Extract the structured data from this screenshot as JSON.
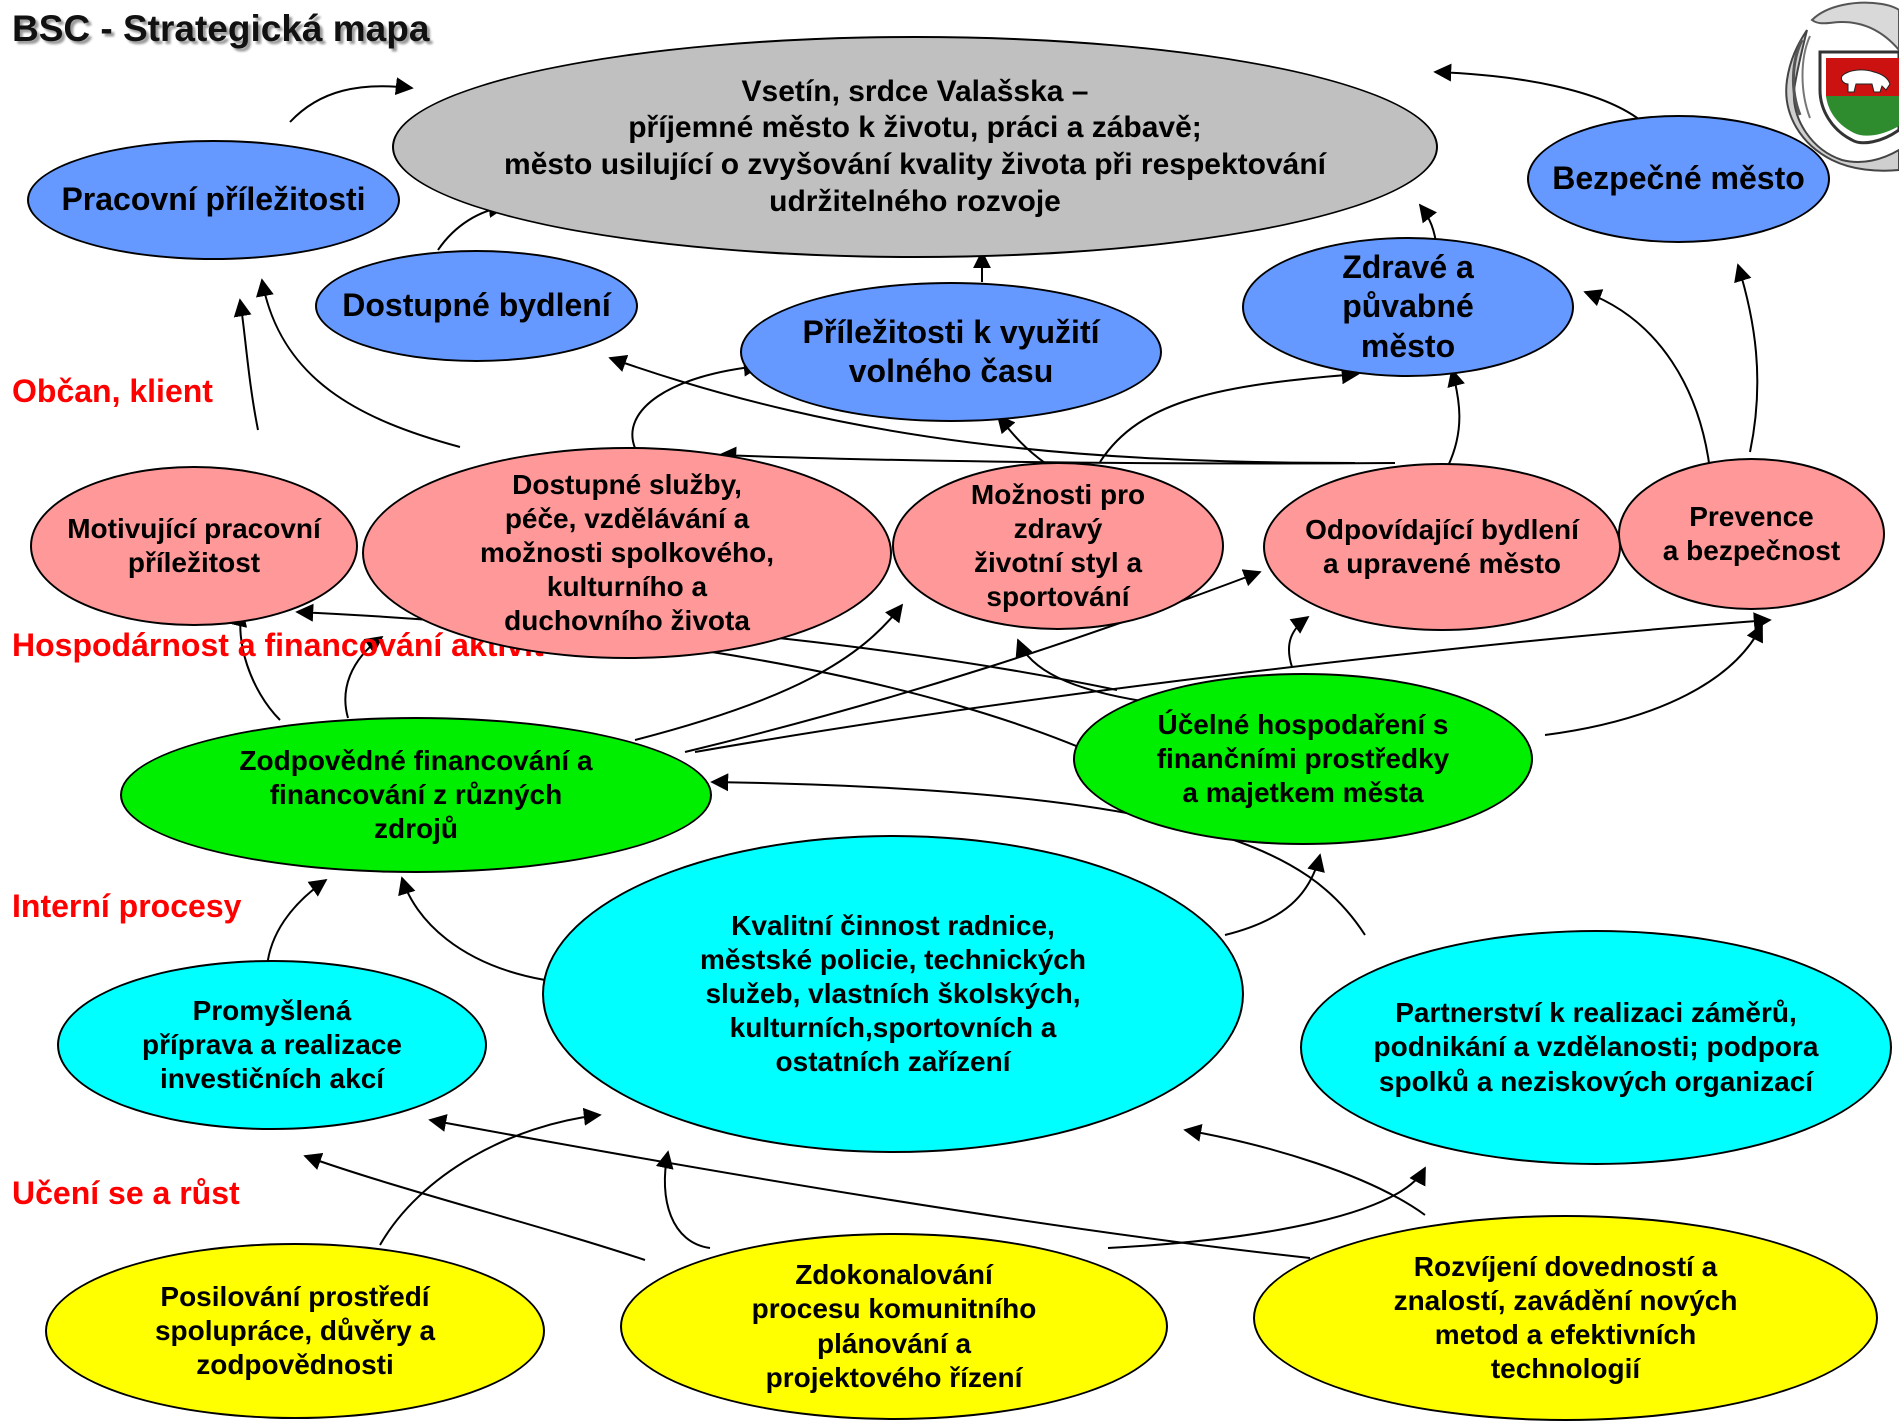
{
  "title": "BSC - Strategická mapa",
  "layers": {
    "citizen": "Občan, klient",
    "finance": "Hospodárnost\na financování\naktivit",
    "internal": "Interní procesy",
    "learning": "Učení se a růst"
  },
  "nodes": {
    "vision": "Vsetín, srdce Valašska –\npříjemné město k životu, práci a zábavě;\nměsto usilující o zvyšování kvality života při respektování\nudržitelného rozvoje",
    "pracovni_prilezitosti": "Pracovní příležitosti",
    "dostupne_bydleni": "Dostupné bydlení",
    "volny_cas": "Příležitosti k využití\nvolného času",
    "zdrave_mesto": "Zdravé a\npůvabné\nměsto",
    "bezpecne_mesto": "Bezpečné město",
    "motivujici_prilezitost": "Motivující pracovní\npříležitost",
    "dostupne_sluzby": "Dostupné služby,\npéče, vzdělávání a\nmožnosti spolkového,\nkulturního a\nduchovního života",
    "zdravy_styl": "Možnosti pro\nzdravý\nživotní styl a\nsportování",
    "odpovidajici_bydleni": "Odpovídající bydlení\na upravené město",
    "prevence": "Prevence\na bezpečnost",
    "zodpovedne_financovani": "Zodpovědné financování a\nfinancování z různých\nzdrojů",
    "ucelne_hospodareni": "Účelné hospodaření s\nfinančními prostředky\na majetkem města",
    "promyslena_priprava": "Promyšlená\npříprava a realizace\ninvestičních akcí",
    "kvalitni_cinnost": "Kvalitní činnost radnice,\nměstské policie, technických\nslužeb, vlastních školských,\nkulturních,sportovních a\nostatních zařízení",
    "partnerstvi": "Partnerství k realizaci záměrů,\npodnikání a vzdělanosti; podpora\nspolků a neziskových organizací",
    "posilovani": "Posilování prostředí\nspolupráce, důvěry a\nzodpovědnosti",
    "zdokonalovani": "Zdokonalování\nprocesu komunitního\nplánování a\nprojektového řízení",
    "rozvijeni": "Rozvíjení dovedností a\nznalostí, zavádění nových\nmetod a efektivních\ntechnologií"
  },
  "colors": {
    "vision": "#c0c0c0",
    "citizen": "#6699ff",
    "processes_outcomes": "#ff9999",
    "finance": "#00ee00",
    "internal": "#00ffff",
    "learning": "#ffff00",
    "layer_labels": "#ff0000"
  },
  "logo": "vsetin-coat-of-arms"
}
